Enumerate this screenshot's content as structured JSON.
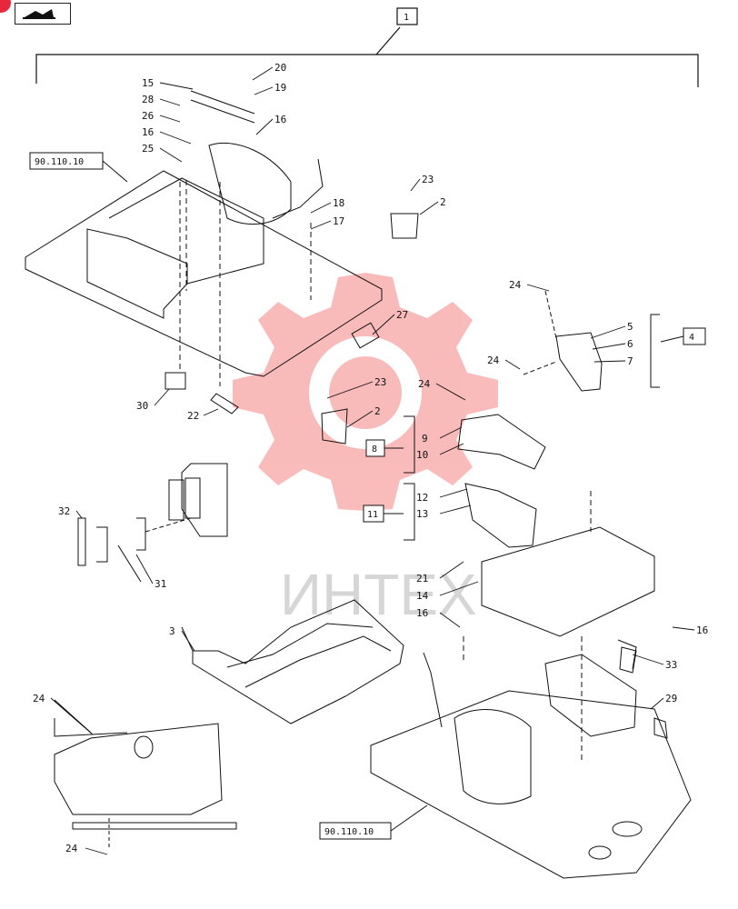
{
  "toolbar": {
    "back_icon": "return-arrow-icon",
    "badge_color": "#e8283a"
  },
  "watermark": {
    "text": "ИНТЕХ",
    "color": "#ee4444"
  },
  "callouts": {
    "c1": "1",
    "c4": "4",
    "c8": "8",
    "c11": "11",
    "ref_top": "90.110.10",
    "ref_bottom": "90.110.10"
  },
  "parts": {
    "p15": "15",
    "p28": "28",
    "p26": "26",
    "p16a": "16",
    "p25": "25",
    "p20": "20",
    "p19": "19",
    "p16b": "16",
    "p18": "18",
    "p17": "17",
    "p23a": "23",
    "p2a": "2",
    "p24a": "24",
    "p24b": "24",
    "p5": "5",
    "p6": "6",
    "p7": "7",
    "p27": "27",
    "p30": "30",
    "p22": "22",
    "p23b": "23",
    "p2b": "2",
    "p24c": "24",
    "p9": "9",
    "p10": "10",
    "p12": "12",
    "p13": "13",
    "p32": "32",
    "p31": "31",
    "p21": "21",
    "p14": "14",
    "p16c": "16",
    "p16d": "16",
    "p3": "3",
    "p33": "33",
    "p29": "29",
    "p24d": "24",
    "p24e": "24"
  }
}
